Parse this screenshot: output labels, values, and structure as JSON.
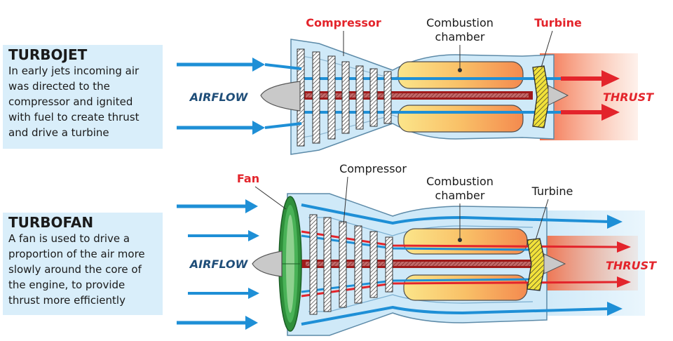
{
  "colors": {
    "airflow_blue": "#1e8fd6",
    "casing_blue": "#cfe9f8",
    "label_red": "#e3242b",
    "label_dark": "#1a1a1a",
    "airflow_label": "#1f4e79",
    "panel_bg": "#d9eefa",
    "turbine_yellow": "#f2e23a",
    "fan_green": "#3aa447",
    "shaft_red": "#a01a1a"
  },
  "turbojet": {
    "title": "TURBOJET",
    "description": "In early jets incoming air\nwas directed to the\ncompressor and ignited\nwith fuel to create thrust\nand drive a turbine",
    "labels": {
      "compressor": "Compressor",
      "combustion_line1": "Combustion",
      "combustion_line2": "chamber",
      "turbine": "Turbine",
      "airflow": "AIRFLOW",
      "thrust": "THRUST"
    }
  },
  "turbofan": {
    "title": "TURBOFAN",
    "description": "A fan is used to drive a\nproportion of the air more\nslowly around the core of\nthe engine, to provide\nthrust more efficiently",
    "labels": {
      "fan": "Fan",
      "compressor": "Compressor",
      "combustion_line1": "Combustion",
      "combustion_line2": "chamber",
      "turbine": "Turbine",
      "airflow": "AIRFLOW",
      "thrust": "THRUST"
    }
  }
}
